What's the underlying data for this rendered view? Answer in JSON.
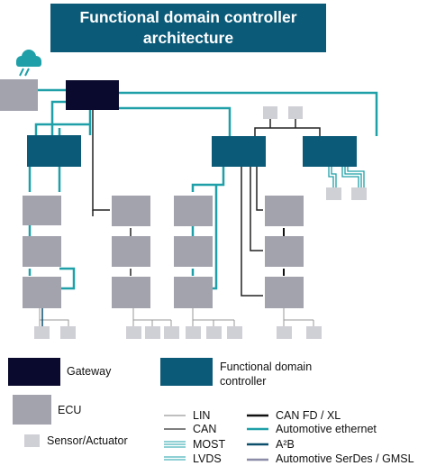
{
  "title": {
    "line1": "Functional domain controller",
    "line2": "architecture"
  },
  "legend": {
    "gateway": "Gateway",
    "functional_domain_controller_line1": "Functional domain",
    "functional_domain_controller_line2": "controller",
    "ecu": "ECU",
    "sensor_actuator": "Sensor/Actuator",
    "lines": {
      "lin": "LIN",
      "can": "CAN",
      "most": "MOST",
      "lvds": "LVDS",
      "can_fd_xl": "CAN FD / XL",
      "automotive_ethernet": "Automotive ethernet",
      "a2b": "A²B",
      "serdes_gmsl": "Automotive SerDes / GMSL"
    }
  },
  "colors": {
    "gateway": "#0a0a2e",
    "domain_controller": "#0b5a78",
    "ecu": "#a3a3ae",
    "sensor": "#cfcfd6",
    "ethernet": "#1fa0a8",
    "can": "#333333",
    "lin": "#999999",
    "a2b": "#0b4f6c",
    "serdes": "#8c8ca8"
  },
  "icons": {
    "cloud": "cloud-icon"
  }
}
